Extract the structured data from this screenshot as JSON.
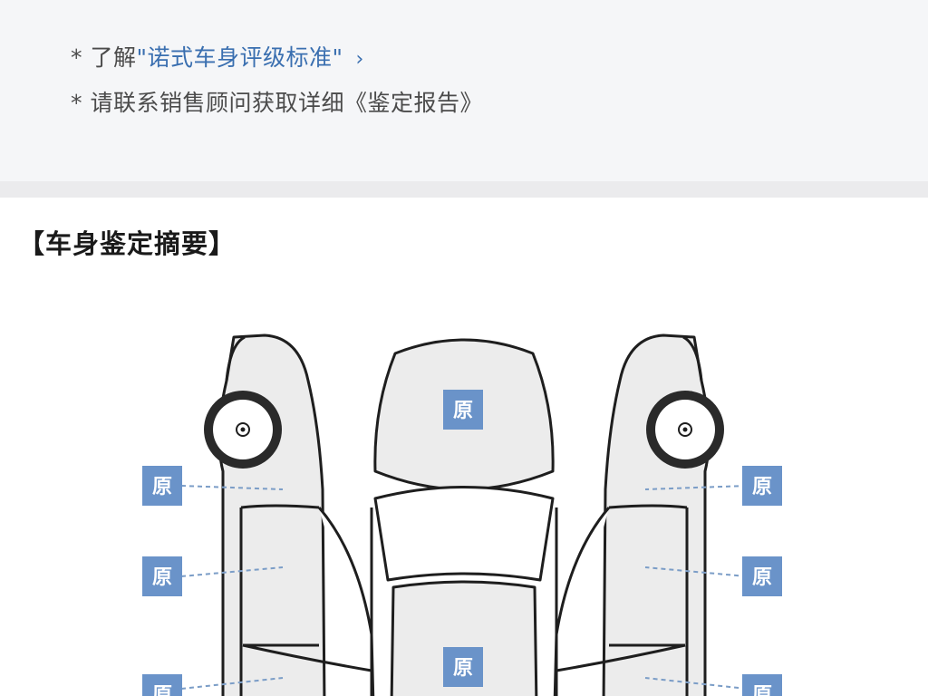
{
  "notes": {
    "line1_prefix": "* 了解",
    "line1_link": "\"诺式车身评级标准\"",
    "line1_chevron": "›",
    "line2": "* 请联系销售顾问获取详细《鉴定报告》"
  },
  "section": {
    "title": "【车身鉴定摘要】"
  },
  "diagram": {
    "badge_color": "#6a93c9",
    "badges": {
      "hood": "原",
      "roof": "原",
      "left_front_fender": "原",
      "left_front_door": "原",
      "left_rear_door": "原",
      "right_front_fender": "原",
      "right_front_door": "原",
      "right_rear_door": "原"
    }
  }
}
